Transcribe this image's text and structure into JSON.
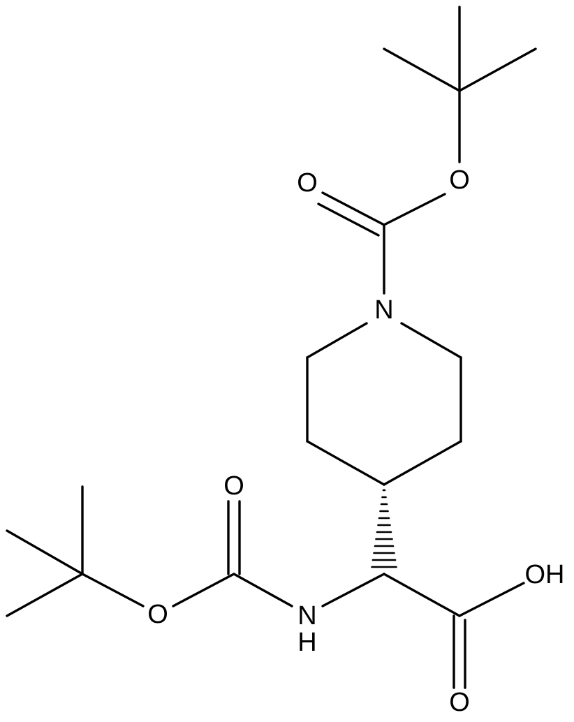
{
  "atom_labels": {
    "O_ester_top": "O",
    "O_carbonyl_top": "O",
    "N_ring": "N",
    "O_carbonyl_left": "O",
    "O_ester_left": "O",
    "NH": "N",
    "NH_H": "H",
    "OH": "OH",
    "O_acid_carbonyl": "O"
  },
  "colors": {
    "bond": "#000000",
    "label": "#000000",
    "background": "#ffffff"
  }
}
